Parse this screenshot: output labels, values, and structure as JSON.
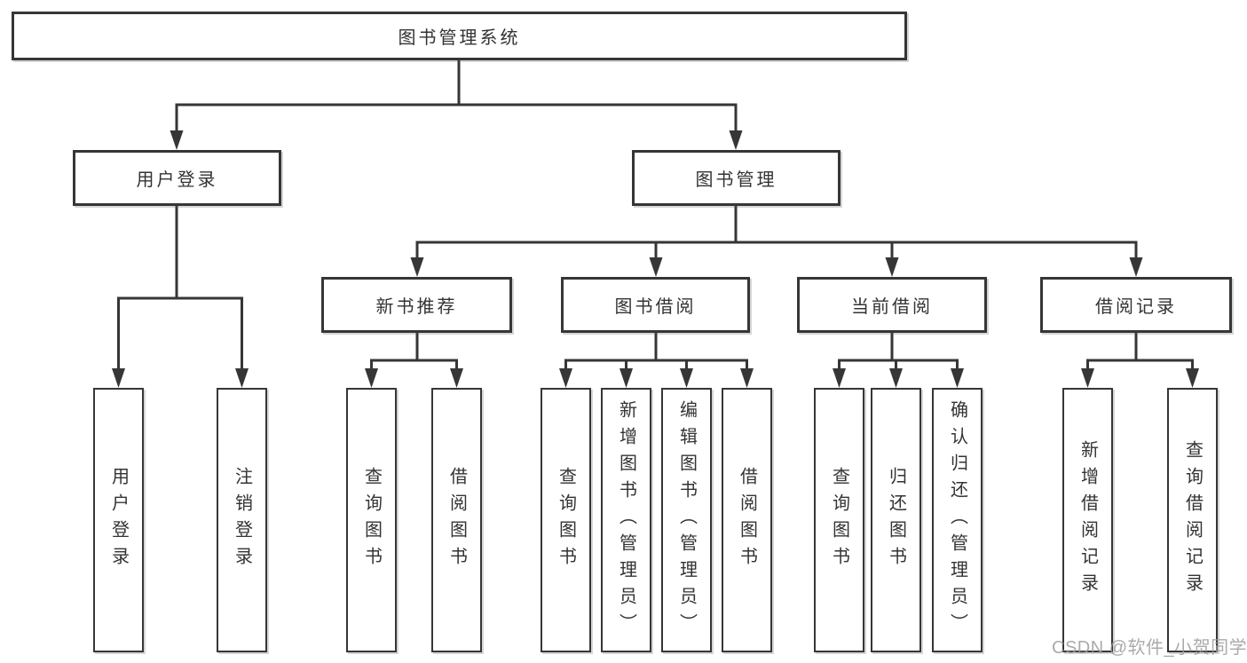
{
  "tree": {
    "root": {
      "label": "图书管理系统"
    },
    "level2": [
      {
        "label": "用户登录",
        "children": [
          {
            "label": "用户登录"
          },
          {
            "label": "注销登录"
          }
        ]
      },
      {
        "label": "图书管理",
        "children": [
          {
            "label": "新书推荐",
            "children": [
              {
                "label": "查询图书"
              },
              {
                "label": "借阅图书"
              }
            ]
          },
          {
            "label": "图书借阅",
            "children": [
              {
                "label": "查询图书"
              },
              {
                "label": "新增图书（管理员）"
              },
              {
                "label": "编辑图书（管理员）"
              },
              {
                "label": "借阅图书"
              }
            ]
          },
          {
            "label": "当前借阅",
            "children": [
              {
                "label": "查询图书"
              },
              {
                "label": "归还图书"
              },
              {
                "label": "确认归还（管理员）"
              }
            ]
          },
          {
            "label": "借阅记录",
            "children": [
              {
                "label": "新增借阅记录"
              },
              {
                "label": "查询借阅记录"
              }
            ]
          }
        ]
      }
    ]
  },
  "watermark": {
    "text": "CSDN @软件_小贺同学"
  },
  "colors": {
    "line": "#363636",
    "box_border": "#363636",
    "text": "#333333",
    "watermark": "#9c9c9c",
    "background": "#ffffff"
  }
}
